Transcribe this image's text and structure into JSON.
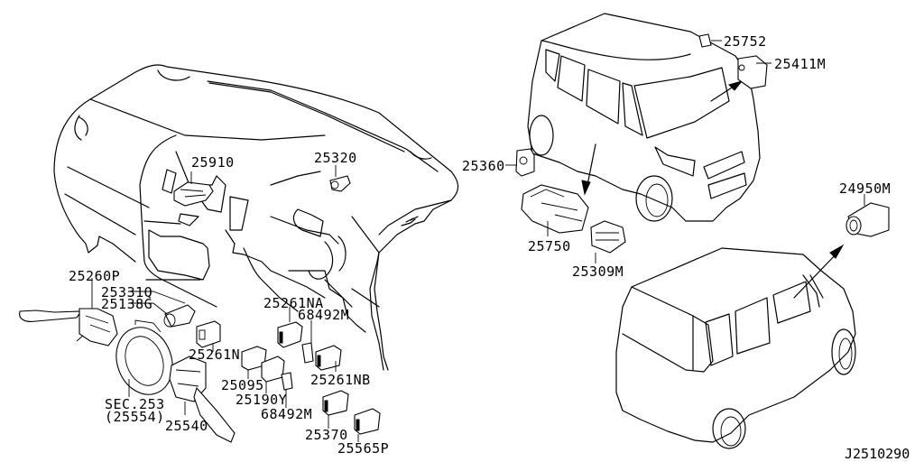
{
  "diagram": {
    "type": "exploded-parts-diagram",
    "reference_code": "J2510290",
    "assemblies": [
      {
        "name": "instrument-panel",
        "description": "dashboard assembly"
      },
      {
        "name": "vehicle-front-view",
        "description": "vehicle front three-quarter view"
      },
      {
        "name": "vehicle-rear-view",
        "description": "vehicle rear three-quarter view"
      }
    ]
  },
  "parts": {
    "p25260P": "25260P",
    "p25331Q": "25331Q",
    "p25138G": "25138G",
    "p25261N": "25261N",
    "pSEC253": "SEC.253",
    "p25554": "(25554)",
    "p25540": "25540",
    "p25910": "25910",
    "p25320": "25320",
    "p25261NA": "25261NA",
    "p68492M_top": "68492M",
    "p25095": "25095",
    "p25190Y": "25190Y",
    "p68492M_bottom": "68492M",
    "p25261NB": "25261NB",
    "p25370": "25370",
    "p25565P": "25565P",
    "p25360": "25360",
    "p25750": "25750",
    "p25309M": "25309M",
    "p25752": "25752",
    "p25411M": "25411M",
    "p24950M": "24950M"
  }
}
